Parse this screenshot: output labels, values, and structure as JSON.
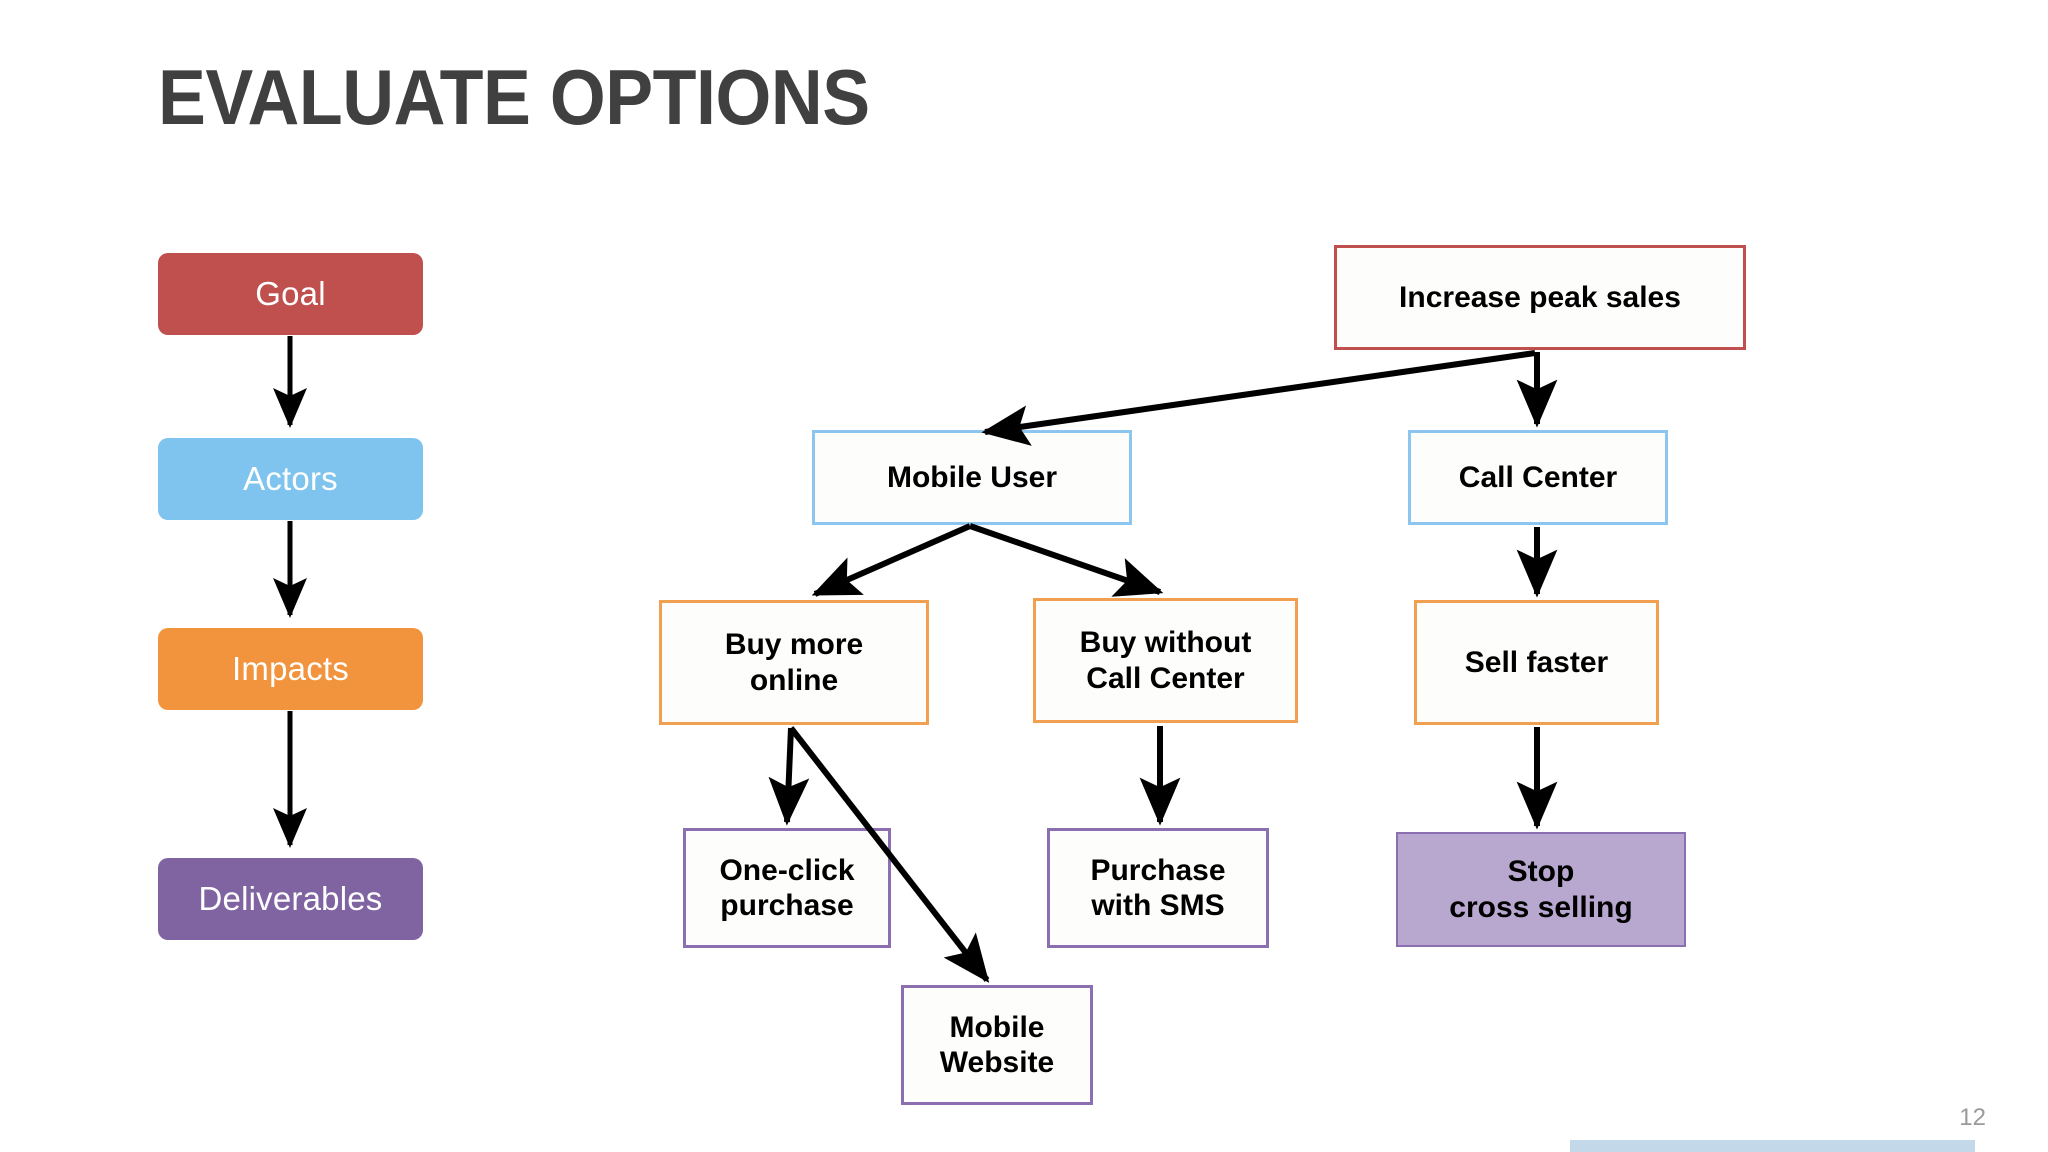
{
  "slide": {
    "title": "EVALUATE OPTIONS",
    "page_number": "12",
    "title_color": "#404040",
    "accent_bar_color": "#c3d9ea",
    "background": "#ffffff"
  },
  "legend": {
    "items": [
      {
        "label": "Goal",
        "color": "#c0504d"
      },
      {
        "label": "Actors",
        "color": "#7fc4ee"
      },
      {
        "label": "Impacts",
        "color": "#f2943d"
      },
      {
        "label": "Deliverables",
        "color": "#8064a2"
      }
    ]
  },
  "diagram": {
    "type": "impact-map",
    "nodes": [
      {
        "id": "goal",
        "label": "Increase peak sales",
        "tier": "Goal",
        "border": "#c0504d",
        "fill": "#fdfdfb",
        "text": "#000000"
      },
      {
        "id": "mobile-user",
        "label": "Mobile User",
        "tier": "Actors",
        "border": "#8cc5ee",
        "fill": "#fdfdfb",
        "text": "#000000"
      },
      {
        "id": "call-center",
        "label": "Call Center",
        "tier": "Actors",
        "border": "#8cc5ee",
        "fill": "#fdfdfb",
        "text": "#000000"
      },
      {
        "id": "buy-more",
        "label": "Buy more\nonline",
        "tier": "Impacts",
        "border": "#f0a050",
        "fill": "#fdfdfb",
        "text": "#000000"
      },
      {
        "id": "buy-without",
        "label": "Buy without\nCall Center",
        "tier": "Impacts",
        "border": "#f0a050",
        "fill": "#fdfdfb",
        "text": "#000000"
      },
      {
        "id": "sell-faster",
        "label": "Sell faster",
        "tier": "Impacts",
        "border": "#f0a050",
        "fill": "#fdfdfb",
        "text": "#000000"
      },
      {
        "id": "one-click",
        "label": "One-click\npurchase",
        "tier": "Deliverables",
        "border": "#8c6fb1",
        "fill": "#fdfdfb",
        "text": "#000000"
      },
      {
        "id": "purchase-sms",
        "label": "Purchase\nwith SMS",
        "tier": "Deliverables",
        "border": "#8c6fb1",
        "fill": "#fdfdfb",
        "text": "#000000"
      },
      {
        "id": "stop-cross",
        "label": "Stop\ncross selling",
        "tier": "Deliverables",
        "border": "#8c6fb1",
        "fill": "#b8a8d0",
        "text": "#000000",
        "highlighted": true
      },
      {
        "id": "mobile-website",
        "label": "Mobile\nWebsite",
        "tier": "Deliverables",
        "border": "#8c6fb1",
        "fill": "#fdfdfb",
        "text": "#000000"
      }
    ],
    "edges": [
      {
        "from": "goal",
        "to": "mobile-user"
      },
      {
        "from": "goal",
        "to": "call-center"
      },
      {
        "from": "mobile-user",
        "to": "buy-more"
      },
      {
        "from": "mobile-user",
        "to": "buy-without"
      },
      {
        "from": "call-center",
        "to": "sell-faster"
      },
      {
        "from": "buy-more",
        "to": "one-click"
      },
      {
        "from": "buy-more",
        "to": "mobile-website"
      },
      {
        "from": "buy-without",
        "to": "purchase-sms"
      },
      {
        "from": "sell-faster",
        "to": "stop-cross"
      }
    ],
    "legend_edges": [
      {
        "from": "Goal",
        "to": "Actors"
      },
      {
        "from": "Actors",
        "to": "Impacts"
      },
      {
        "from": "Impacts",
        "to": "Deliverables"
      }
    ],
    "arrow_color": "#000000"
  }
}
